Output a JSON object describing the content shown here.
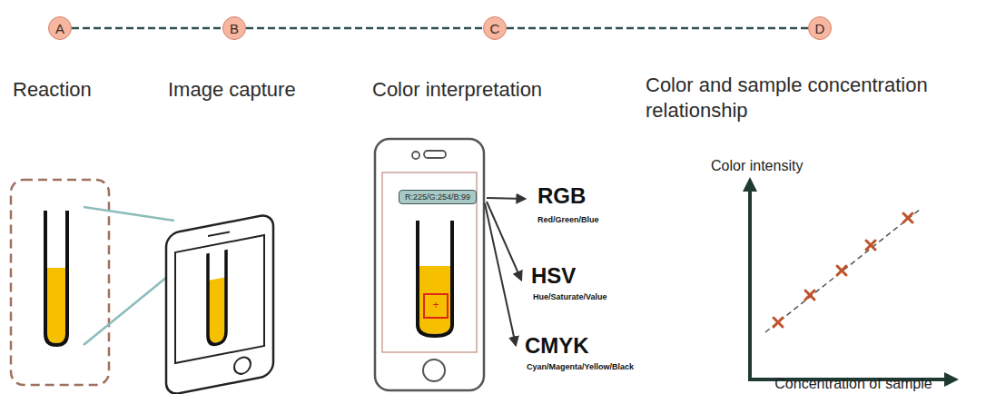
{
  "diagram": {
    "nodes": [
      {
        "text": [
          "A"
        ]
      },
      {
        "text": [
          "B"
        ]
      },
      {
        "text": [
          "C"
        ]
      },
      {
        "text": [
          "D"
        ]
      },
      {
        "text": [
          "R:225/G:254/B:99"
        ]
      }
    ],
    "edges": [
      {
        "from": 0,
        "to": 1,
        "arrow": "none"
      },
      {
        "from": 1,
        "to": 2,
        "arrow": "none"
      },
      {
        "from": 2,
        "to": 3,
        "arrow": "none"
      }
    ],
    "labels": [
      "Reaction",
      "Image capture",
      "Color interpretation",
      "Color and sample concentration relationship",
      "RGB",
      "Red/Green/Blue",
      "HSV",
      "Hue/Saturate/Value",
      "CMYK",
      "Cyan/Magenta/Yellow/Black",
      "+",
      "Color intensity",
      "Concentration of sample"
    ]
  }
}
